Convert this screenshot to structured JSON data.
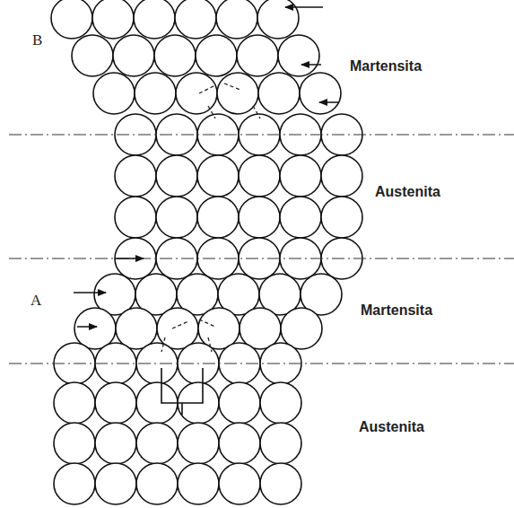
{
  "diagram": {
    "labels": [
      "B",
      "Martensita",
      "Austenita",
      "A",
      "Martensita",
      "Austenita"
    ]
  }
}
